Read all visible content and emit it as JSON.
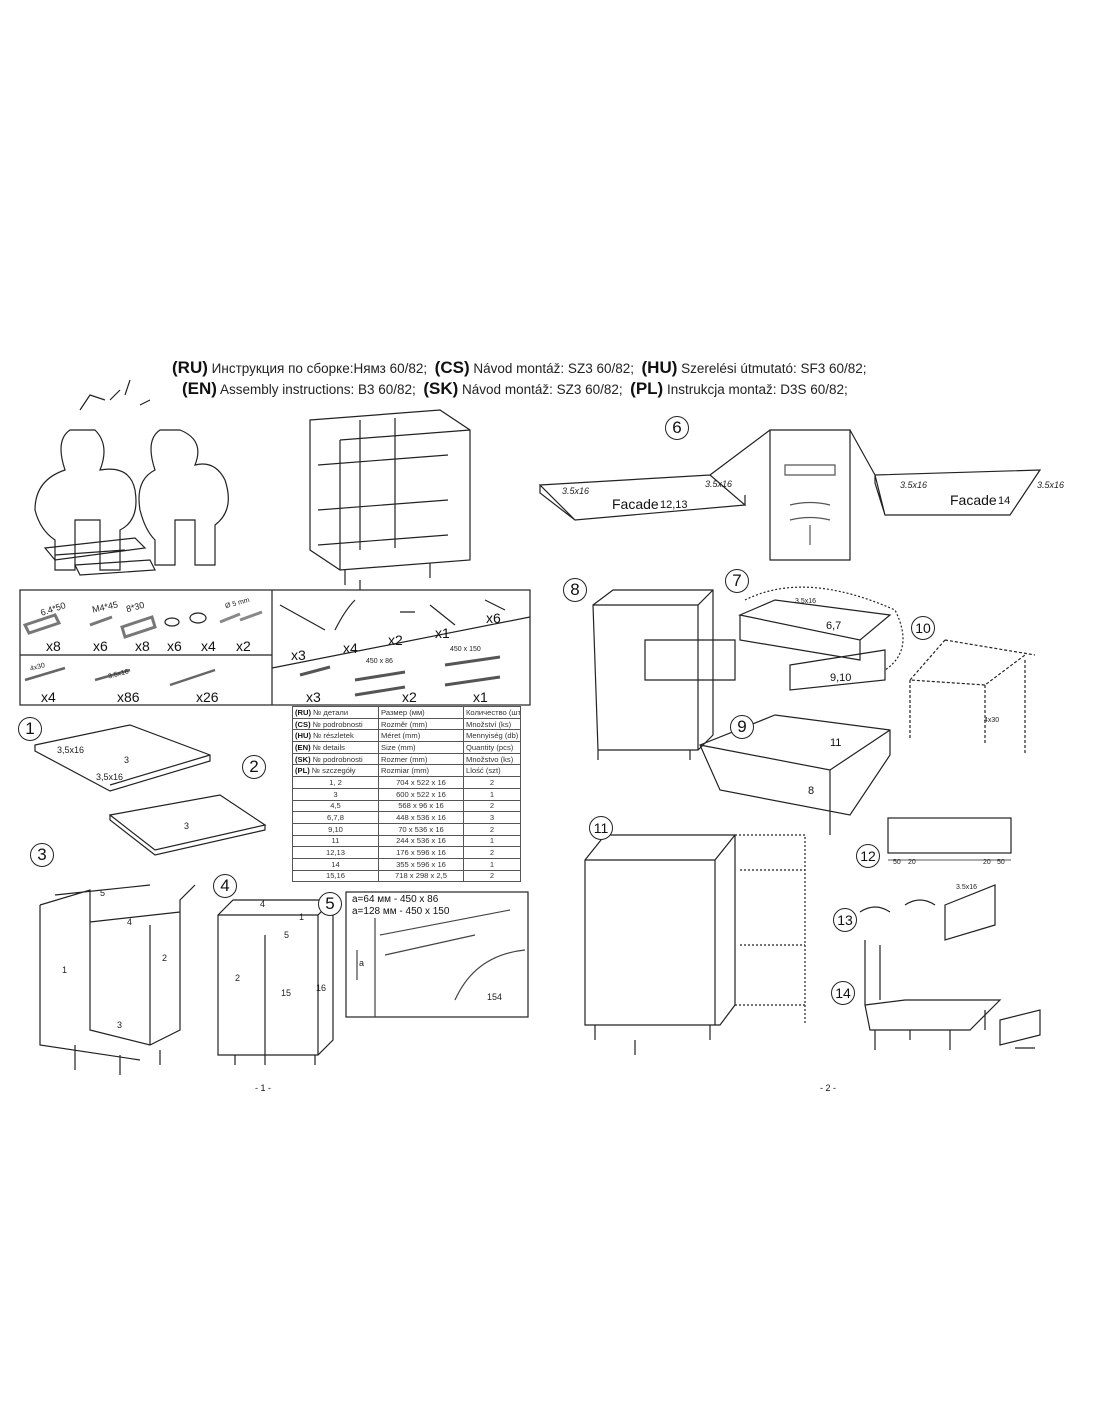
{
  "header": {
    "line1": [
      {
        "code": "(RU)",
        "text": "Инструкция по сборке:Нямз 60/82;"
      },
      {
        "code": "(CS)",
        "text": "Návod montáž: SZ3 60/82;"
      },
      {
        "code": "(HU)",
        "text": "Szerelési útmutató: SF3 60/82;"
      }
    ],
    "line2": [
      {
        "code": "(EN)",
        "text": "Assembly instructions: B3 60/82;"
      },
      {
        "code": "(SK)",
        "text": "Návod montáž: SZ3 60/82;"
      },
      {
        "code": "(PL)",
        "text": "Instrukcja montaž: D3S 60/82;"
      }
    ]
  },
  "hardware": {
    "top_left": [
      {
        "spec": "6.4*50",
        "qty": "x8"
      },
      {
        "spec": "M4*45",
        "qty": "x6"
      },
      {
        "spec": "8*30",
        "qty": "x8"
      },
      {
        "spec": "",
        "qty": "x6"
      },
      {
        "spec": "",
        "qty": "x4"
      },
      {
        "spec": "Ø 5 mm",
        "qty": "x2"
      }
    ],
    "bottom_left": [
      {
        "spec": "4x30",
        "qty": "x4"
      },
      {
        "spec": "3.5x16",
        "qty": "x86"
      },
      {
        "spec": "",
        "qty": "x26"
      }
    ],
    "top_right": [
      {
        "qty": "x3"
      },
      {
        "qty": "x4"
      },
      {
        "qty": "x2"
      },
      {
        "qty": "x1"
      },
      {
        "qty": "x6"
      }
    ],
    "bottom_right": [
      {
        "spec": "",
        "qty": "x3"
      },
      {
        "spec": "450 x 86",
        "qty": "x2"
      },
      {
        "spec": "450 x 150",
        "qty": "x1"
      }
    ]
  },
  "parts_table": {
    "headers": [
      [
        "(RU)",
        "№ детали",
        "Размер  (мм)",
        "Количество (шт)"
      ],
      [
        "(CS)",
        "№ podrobnosti",
        "Rozměr (mm)",
        "Množství (ks)"
      ],
      [
        "(HU)",
        "№ részletek",
        "Méret (mm)",
        "Mennyiség (db)"
      ],
      [
        "(EN)",
        "№ details",
        "Size (mm)",
        "Quantity  (pcs)"
      ],
      [
        "(SK)",
        "№ podrobnosti",
        "Rozmer (mm)",
        "Množstvo (ks)"
      ],
      [
        "(PL)",
        "№ szczegóły",
        "Rozmiar (mm)",
        "Llość (szt)"
      ]
    ],
    "rows": [
      [
        "1, 2",
        "704 x 522 x 16",
        "2"
      ],
      [
        "3",
        "600 x 522 x 16",
        "1"
      ],
      [
        "4,5",
        "568 x 96 x 16",
        "2"
      ],
      [
        "6,7,8",
        "448 x 536 x 16",
        "3"
      ],
      [
        "9,10",
        "70 x 536 x 16",
        "2"
      ],
      [
        "11",
        "244 x 536 x 16",
        "1"
      ],
      [
        "12,13",
        "176 x 596 x 16",
        "2"
      ],
      [
        "14",
        "355 x 596 x 16",
        "1"
      ],
      [
        "15,16",
        "718 x 298 x 2,5",
        "2"
      ]
    ]
  },
  "steps": [
    "1",
    "2",
    "3",
    "4",
    "5",
    "6",
    "7",
    "8",
    "9",
    "10",
    "11",
    "12",
    "13",
    "14"
  ],
  "step1": {
    "screw": "3,5x16",
    "screw2": "3,5x16",
    "panel": "3"
  },
  "step2": {
    "panel": "3"
  },
  "step3": {
    "p5": "5",
    "p4": "4",
    "p1": "1",
    "p2": "2",
    "p3": "3"
  },
  "step4": {
    "p4": "4",
    "p1": "1",
    "p5": "5",
    "p2": "2",
    "p15": "15",
    "p16": "16"
  },
  "step5": {
    "line1": "a=64 мм - 450 x 86",
    "line2": "a=128 мм - 450 x 150",
    "a": "a",
    "dim": "154"
  },
  "step6": {
    "facade_left": "Facade",
    "facade_left_no": "12,13",
    "facade_right": "Facade",
    "facade_right_no": "14",
    "screw": "3.5x16"
  },
  "step7": {
    "screw": "3.5x16",
    "panel_a": "6,7",
    "panel_b": "9,10"
  },
  "step9": {
    "panel_back": "11",
    "panel_bottom": "8"
  },
  "step10": {
    "screw": "4x30"
  },
  "step12": {
    "d50": "50",
    "d20": "20"
  },
  "step13": {
    "screw": "3.5x16"
  },
  "pages": {
    "p1": "- 1 -",
    "p2": "- 2 -"
  }
}
